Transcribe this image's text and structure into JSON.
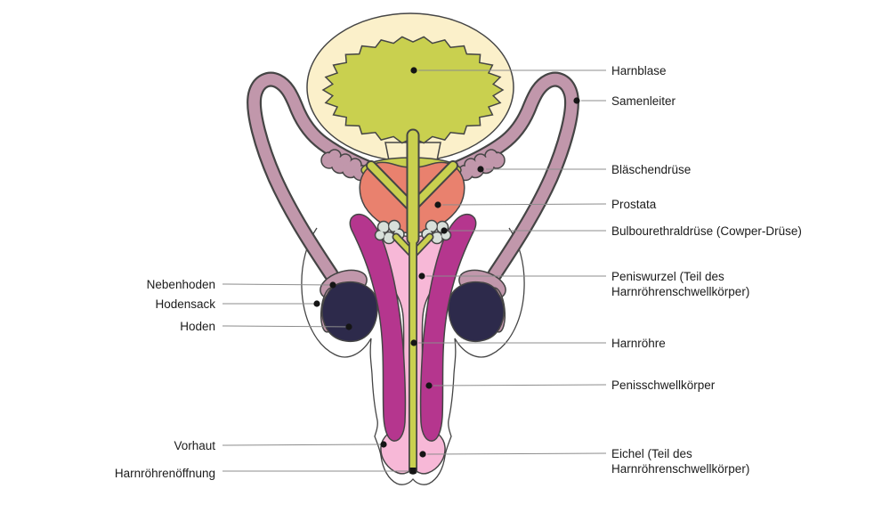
{
  "figure_labels": {
    "harnblase": "Harnblase",
    "samenleiter": "Samenleiter",
    "blaeschendruese": "Bläschendrüse",
    "prostata": "Prostata",
    "bulbourethraldruese": "Bulbourethraldrüse (Cowper-Drüse)",
    "peniswurzel_line1": "Peniswurzel (Teil des",
    "peniswurzel_line2": "Harnröhrenschwellkörper)",
    "harnroehre": "Harnröhre",
    "penisschwellkoerper": "Penisschwellkörper",
    "eichel_line1": "Eichel (Teil des",
    "eichel_line2": "Harnröhrenschwellkörper)",
    "nebenhoden": "Nebenhoden",
    "hodensack": "Hodensack",
    "hoden": "Hoden",
    "vorhaut": "Vorhaut",
    "harnroehrenoeffnung": "Harnröhrenöffnung"
  },
  "colors": {
    "bladder_outer": "#FBF0CA",
    "chartreuse": "#C9D04F",
    "mauve": "#C197AB",
    "prostate": "#E9816E",
    "pink": "#F7B8D7",
    "magenta": "#B5368E",
    "testis": "#2D2A4B",
    "gland": "#D8E0DA",
    "outline": "#454545",
    "leader": "#8C8C8C",
    "dot": "#151515",
    "text": "#1B1B1B",
    "background": "#FFFFFF"
  }
}
